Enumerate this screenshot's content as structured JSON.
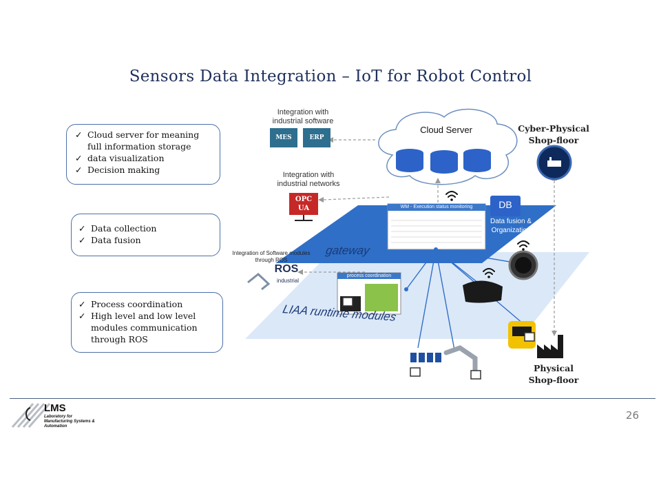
{
  "title": "Sensors Data Integration – IoT for Robot Control",
  "boxes": {
    "cloud": [
      "Cloud server for meaning full information storage",
      "data visualization",
      "Decision making"
    ],
    "gateway": [
      "Data collection",
      "Data fusion"
    ],
    "runtime": [
      "Process coordination",
      "High level and low level modules communication through ROS"
    ]
  },
  "labels": {
    "software_integration": "Integration with industrial software",
    "mes": "MES",
    "erp": "ERP",
    "network_integration": "Integration with industrial networks",
    "opc": "OPC",
    "ua": "UA",
    "cloud_server": "Cloud Server",
    "cyber_physical": "Cyber-Physical Shop-floor",
    "db": "DB",
    "data_fusion": "Data fusion & Organization",
    "wm_window": "WM - Execution status monitoring",
    "gateway_plane": "gateway",
    "ros_integration": "Integration of Software modules through ROS",
    "ros": "ROS",
    "ros_industrial": "industrial",
    "process_window": "process coordination",
    "runtime_plane": "LIAA runtime modules",
    "physical": "Physical Shop-floor"
  },
  "footer": {
    "logo_text": "LMS",
    "logo_sub": "Laboratory for Manufacturing Systems & Automation",
    "page": "26"
  },
  "colors": {
    "accent": "#1f2f5c",
    "plane": "#2f6fc7",
    "db": "#2d63c8",
    "opc": "#c62828"
  }
}
